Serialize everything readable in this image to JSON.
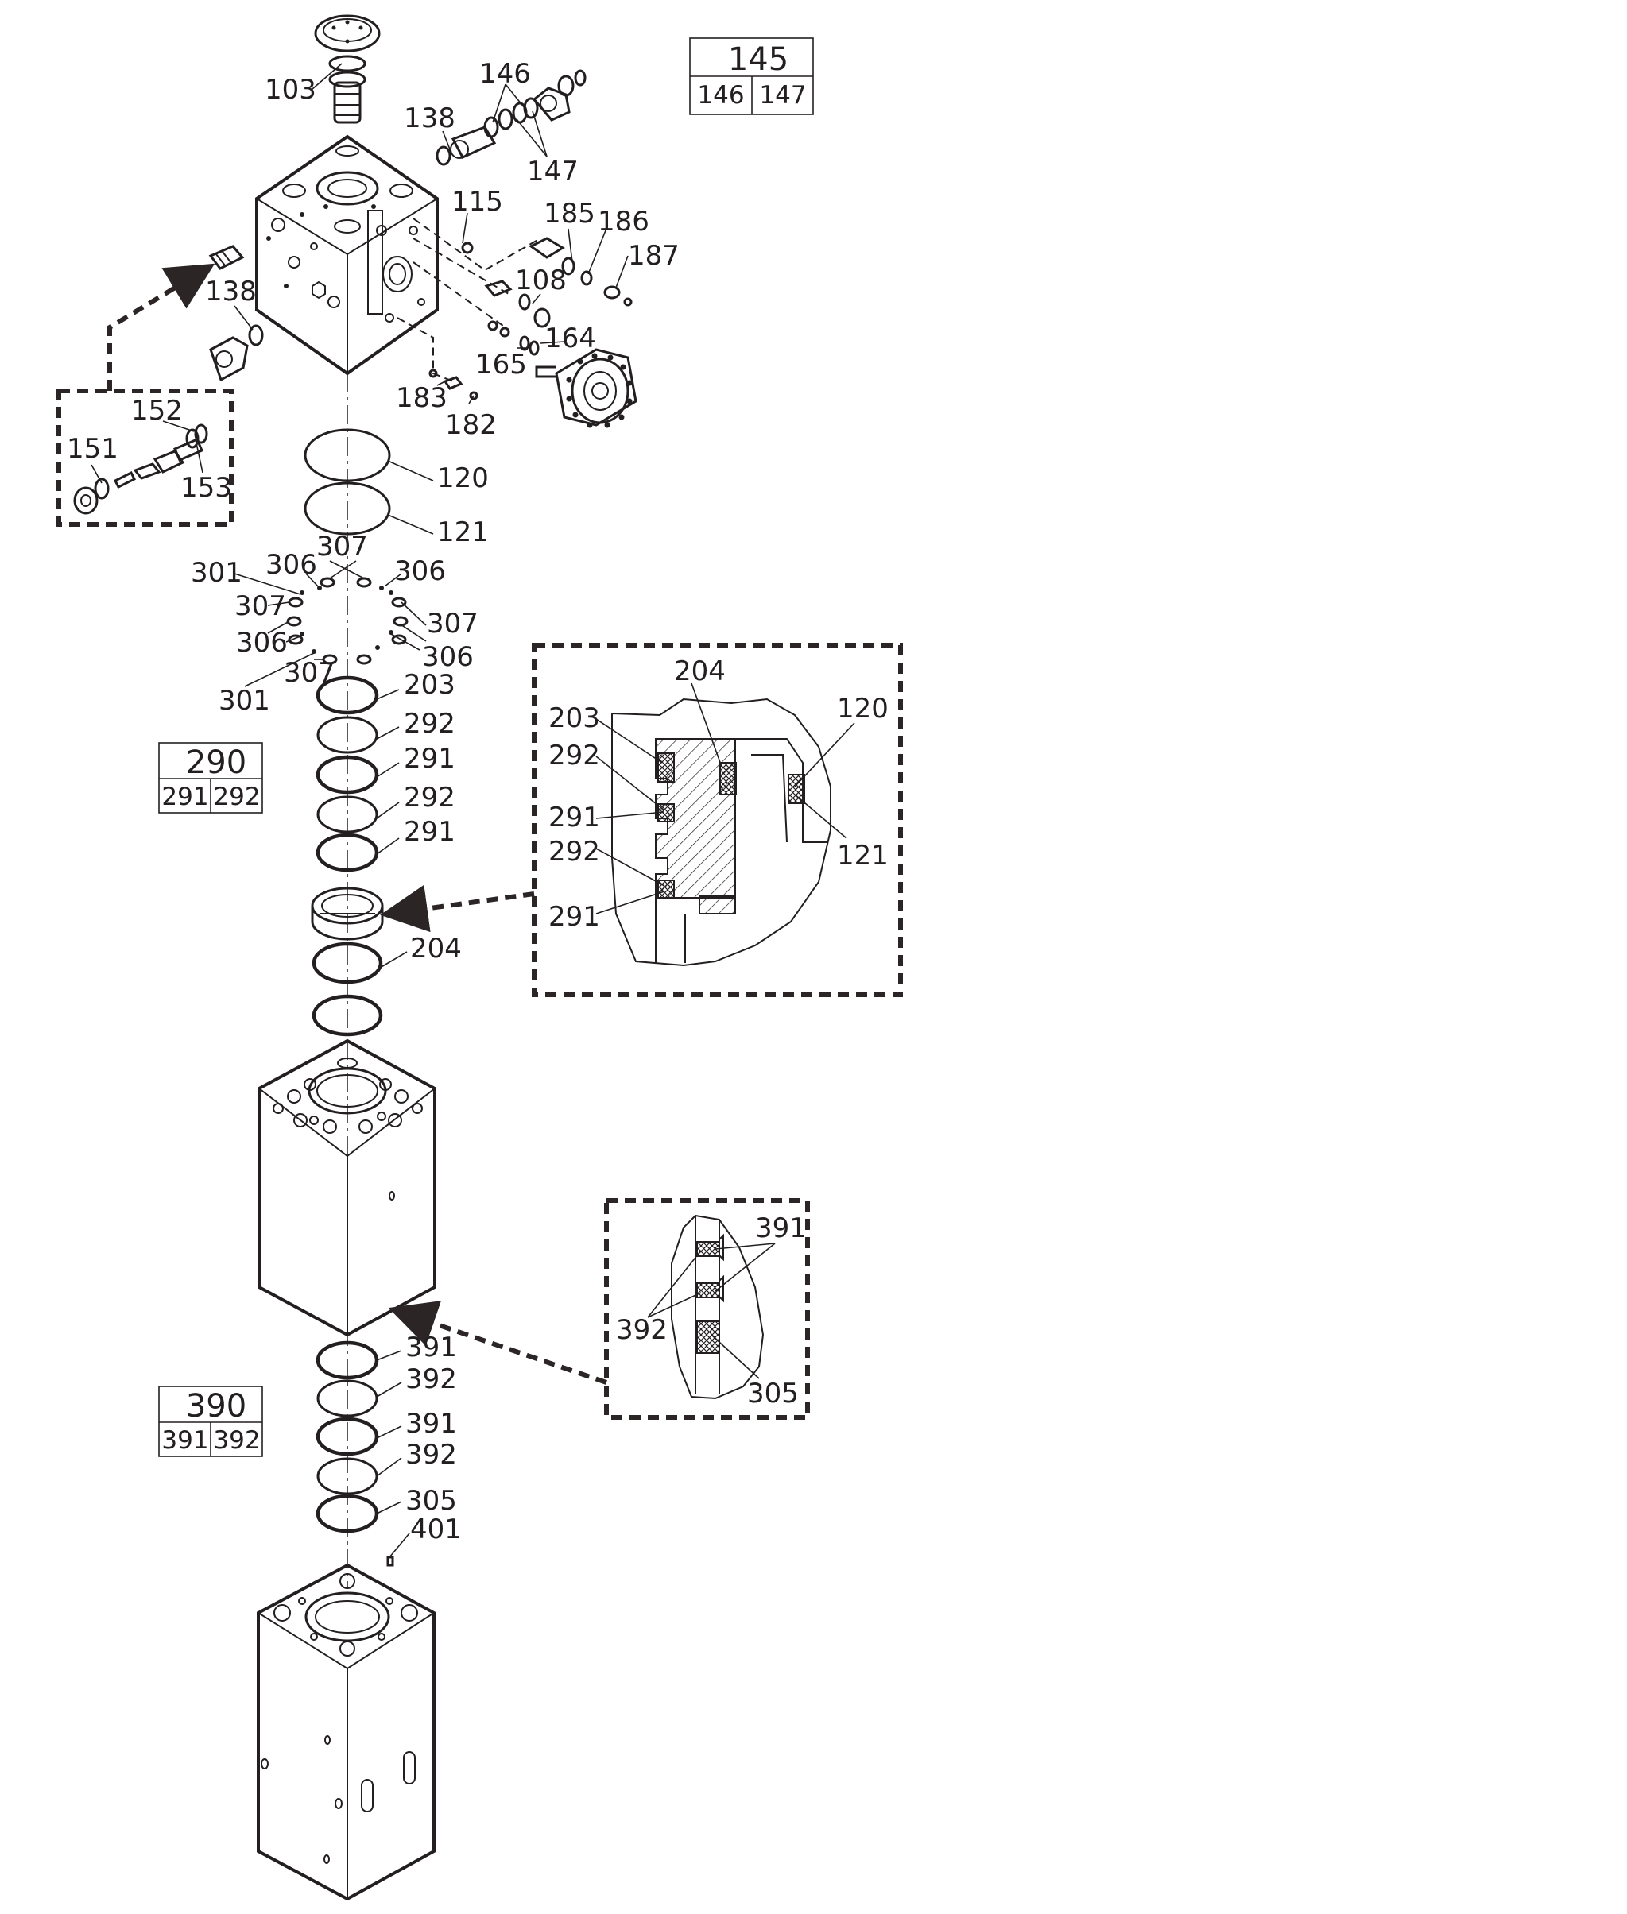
{
  "kits": [
    {
      "number": "145",
      "parts": [
        "146",
        "147"
      ]
    },
    {
      "number": "290",
      "parts": [
        "291",
        "292"
      ]
    },
    {
      "number": "390",
      "parts": [
        "391",
        "392"
      ]
    }
  ],
  "callouts": {
    "c103": "103",
    "c146": "146",
    "c138a": "138",
    "c147": "147",
    "c115": "115",
    "c185": "185",
    "c186": "186",
    "c187": "187",
    "c138b": "138",
    "c108": "108",
    "c164": "164",
    "c165": "165",
    "c183": "183",
    "c182": "182",
    "c152": "152",
    "c151": "151",
    "c153": "153",
    "c120": "120",
    "c121": "121",
    "c307a": "307",
    "c301a": "301",
    "c306a": "306",
    "c306b": "306",
    "c307b": "307",
    "c307c": "307",
    "c306c": "306",
    "c306d": "306",
    "c307d": "307",
    "c301b": "301",
    "c203": "203",
    "c292a": "292",
    "c291a": "291",
    "c292b": "292",
    "c291b": "291",
    "c204": "204",
    "c391a": "391",
    "c392a": "392",
    "c391b": "391",
    "c392b": "392",
    "c305": "305",
    "c401": "401"
  },
  "detail_upper": {
    "c204": "204",
    "c203": "203",
    "c292a": "292",
    "c291a": "291",
    "c292b": "292",
    "c291b": "291",
    "c120": "120",
    "c121": "121"
  },
  "detail_lower": {
    "c391": "391",
    "c392": "392",
    "c305": "305"
  }
}
